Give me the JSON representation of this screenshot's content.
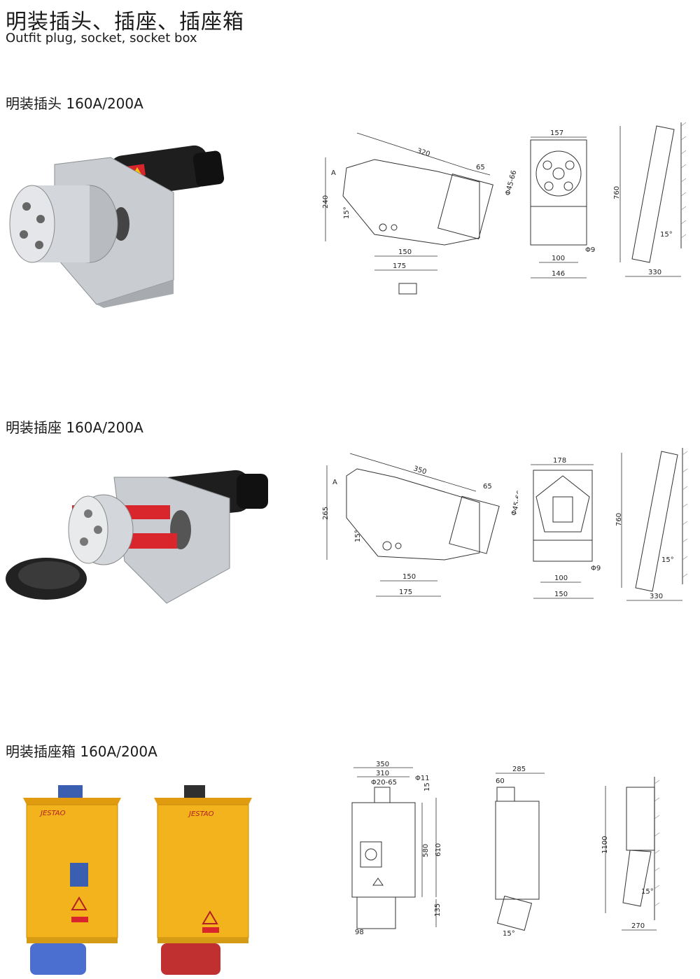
{
  "header": {
    "title_cn": "明装插头、插座、插座箱",
    "title_en": "Outfit plug, socket, socket box"
  },
  "sections": [
    {
      "title": "明装插头 160A/200A",
      "dims_side": [
        "320",
        "65",
        "240",
        "15°",
        "A",
        "Φ45-66",
        "150",
        "175"
      ],
      "dims_front": [
        "157",
        "100",
        "146",
        "Φ9"
      ],
      "dims_mount": [
        "760",
        "15°",
        "330"
      ]
    },
    {
      "title": "明装插座 160A/200A",
      "dims_side": [
        "350",
        "65",
        "265",
        "15°",
        "A",
        "Φ45-66",
        "150",
        "175"
      ],
      "dims_front": [
        "178",
        "100",
        "150",
        "Φ9"
      ],
      "dims_mount": [
        "760",
        "15°",
        "330"
      ]
    },
    {
      "title": "明装插座箱 160A/200A",
      "dims_front": [
        "350",
        "310",
        "Φ20-65",
        "Φ11",
        "15",
        "580",
        "610",
        "135",
        "98"
      ],
      "dims_side": [
        "285",
        "60",
        "15°"
      ],
      "dims_mount": [
        "1100",
        "15°",
        "270"
      ],
      "brand": "JESTAO"
    }
  ],
  "colors": {
    "box_yellow": "#f2b31c",
    "accent_red": "#d9262c",
    "plug_black": "#1e1e1e",
    "metal": "#c9ccd0"
  }
}
